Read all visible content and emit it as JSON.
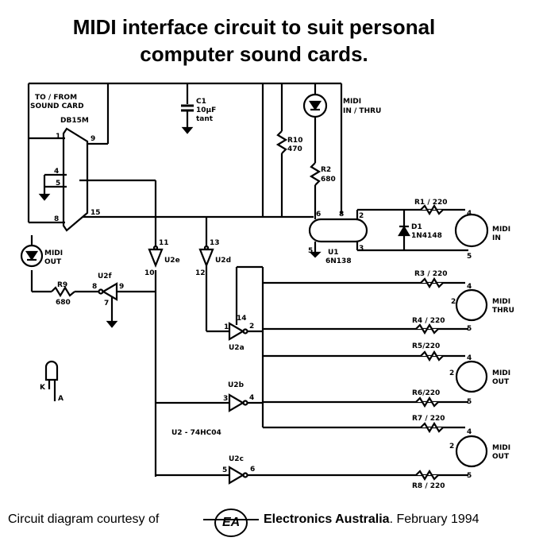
{
  "title": {
    "line1": "MIDI interface circuit to suit personal",
    "line2": "computer sound cards."
  },
  "connector": {
    "label_line1": "TO / FROM",
    "label_line2": "SOUND CARD",
    "part": "DB15M",
    "pins": [
      "1",
      "9",
      "4",
      "5",
      "8",
      "15"
    ]
  },
  "components": {
    "c1": {
      "ref": "C1",
      "value": "10µF",
      "type": "tant"
    },
    "r10": {
      "ref": "R10",
      "value": "470"
    },
    "r2": {
      "ref": "R2",
      "value": "680"
    },
    "r9": {
      "ref": "R9",
      "value": "680"
    },
    "r1": "R1 / 220",
    "r3": "R3 / 220",
    "r4": "R4 / 220",
    "r5": "R5/220",
    "r6": "R6/220",
    "r7": "R7 / 220",
    "r8": "R8 / 220",
    "d1": {
      "ref": "D1",
      "value": "1N4148"
    },
    "u1": {
      "ref": "U1",
      "value": "6N138",
      "pins": [
        "6",
        "8",
        "2",
        "3",
        "5"
      ]
    },
    "led_in": {
      "line1": "MIDI",
      "line2": "IN / THRU"
    },
    "led_out": {
      "line1": "MIDI",
      "line2": "OUT"
    },
    "u2_note": "U2 - 74HC04",
    "gates": {
      "u2a": {
        "ref": "U2a",
        "in": "1",
        "out": "2",
        "vcc": "14"
      },
      "u2b": {
        "ref": "U2b",
        "in": "3",
        "out": "4"
      },
      "u2c": {
        "ref": "U2c",
        "in": "5",
        "out": "6"
      },
      "u2d": {
        "ref": "U2d",
        "in": "13",
        "out": "12"
      },
      "u2e": {
        "ref": "U2e",
        "in": "11",
        "out": "10"
      },
      "u2f": {
        "ref": "U2f",
        "in": "9",
        "out": "8",
        "gnd": "7"
      }
    },
    "led_legend": {
      "k": "K",
      "a": "A"
    }
  },
  "din": [
    {
      "line1": "MIDI",
      "line2": "IN",
      "pin_top": "4",
      "pin_bottom": "5"
    },
    {
      "line1": "MIDI",
      "line2": "THRU",
      "pin_top": "4",
      "pin_mid": "2",
      "pin_bottom": "5"
    },
    {
      "line1": "MIDI",
      "line2": "OUT",
      "pin_top": "4",
      "pin_mid": "2",
      "pin_bottom": "5"
    },
    {
      "line1": "MIDI",
      "line2": "OUT",
      "pin_top": "4",
      "pin_mid": "2",
      "pin_bottom": "5"
    }
  ],
  "footer": {
    "prefix": "Circuit diagram courtesy of",
    "logo": "EA",
    "publisher": "Electronics Australia",
    "suffix": ". February 1994"
  }
}
